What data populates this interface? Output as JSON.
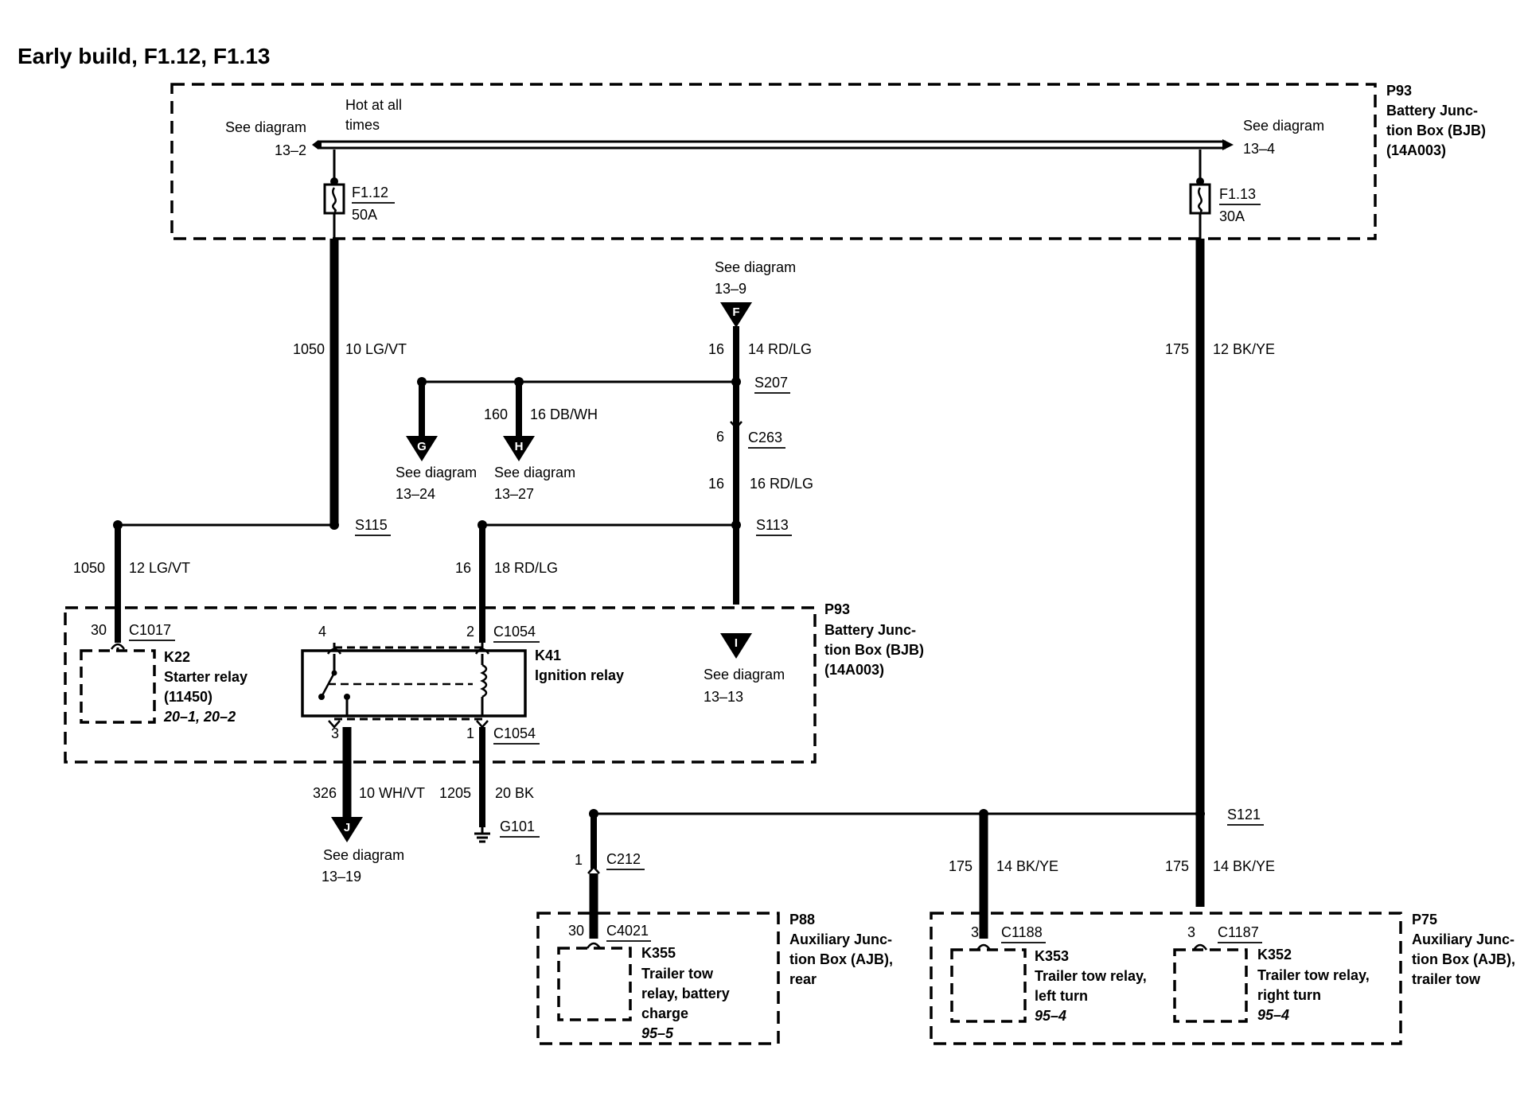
{
  "title": "Early build, F1.12,  F1.13",
  "modules": {
    "bjb_top": [
      "P93",
      "Battery Junc-",
      "tion Box (BJB)",
      "(14A003)"
    ],
    "bjb_mid": [
      "P93",
      "Battery Junc-",
      "tion Box (BJB)",
      "(14A003)"
    ],
    "ajb_rear": [
      "P88",
      "Auxiliary Junc-",
      "tion Box (AJB),",
      "rear"
    ],
    "ajb_tow": [
      "P75",
      "Auxiliary Junc-",
      "tion Box (AJB),",
      "trailer tow"
    ]
  },
  "hot_label": [
    "Hot at all",
    "times"
  ],
  "refs": {
    "r13_2": [
      "See diagram",
      "13–2"
    ],
    "r13_4": [
      "See diagram",
      "13–4"
    ],
    "r13_9": [
      "See diagram",
      "13–9"
    ],
    "r13_24": [
      "See diagram",
      "13–24"
    ],
    "r13_27": [
      "See diagram",
      "13–27"
    ],
    "r13_13": [
      "See diagram",
      "13–13"
    ],
    "r13_19": [
      "See diagram",
      "13–19"
    ]
  },
  "fuses": {
    "f112": {
      "name": "F1.12",
      "rating": "50A"
    },
    "f113": {
      "name": "F1.13",
      "rating": "30A"
    }
  },
  "arrows": {
    "f": "F",
    "g": "G",
    "h": "H",
    "i": "I",
    "j": "J"
  },
  "wires": {
    "w1050": {
      "circuit": "1050",
      "spec": "10 LG/VT"
    },
    "w16f": {
      "circuit": "16",
      "spec": "14 RD/LG"
    },
    "w175": {
      "circuit": "175",
      "spec": "12 BK/YE"
    },
    "w160": {
      "circuit": "160",
      "spec": "16 DB/WH"
    },
    "w16c": {
      "circuit": "16",
      "spec": "16 RD/LG"
    },
    "w1050b": {
      "circuit": "1050",
      "spec": "12 LG/VT"
    },
    "w16r": {
      "circuit": "16",
      "spec": "18 RD/LG"
    },
    "w326": {
      "circuit": "326",
      "spec": "10 WH/VT"
    },
    "w1205": {
      "circuit": "1205",
      "spec": "20 BK"
    },
    "w175l": {
      "circuit": "175",
      "spec": "14 BK/YE"
    },
    "w175r": {
      "circuit": "175",
      "spec": "14 BK/YE"
    }
  },
  "splices": {
    "s207": "S207",
    "s115": "S115",
    "s113": "S113",
    "s121": "S121"
  },
  "connectors": {
    "c263": {
      "pin": "6",
      "name": "C263"
    },
    "c1017": {
      "pin": "30",
      "name": "C1017"
    },
    "c1054_4": {
      "pin": "4"
    },
    "c1054_2": {
      "pin": "2",
      "name": "C1054"
    },
    "c1054_3": {
      "pin": "3"
    },
    "c1054_1": {
      "pin": "1",
      "name": "C1054"
    },
    "c212": {
      "pin": "1",
      "name": "C212"
    },
    "c4021": {
      "pin": "30",
      "name": "C4021"
    },
    "c1188": {
      "pin": "3",
      "name": "C1188"
    },
    "c1187": {
      "pin": "3",
      "name": "C1187"
    }
  },
  "ground": "G101",
  "components": {
    "k22": {
      "id": "K22",
      "name": [
        "Starter relay",
        "(11450)"
      ],
      "ref": "20–1, 20–2"
    },
    "k41": {
      "id": "K41",
      "name": [
        "Ignition relay"
      ]
    },
    "k355": {
      "id": "K355",
      "name": [
        "Trailer tow",
        "relay, battery",
        "charge"
      ],
      "ref": "95–5"
    },
    "k353": {
      "id": "K353",
      "name": [
        "Trailer tow relay,",
        "left turn"
      ],
      "ref": "95–4"
    },
    "k352": {
      "id": "K352",
      "name": [
        "Trailer tow relay,",
        "right turn"
      ],
      "ref": "95–4"
    }
  }
}
